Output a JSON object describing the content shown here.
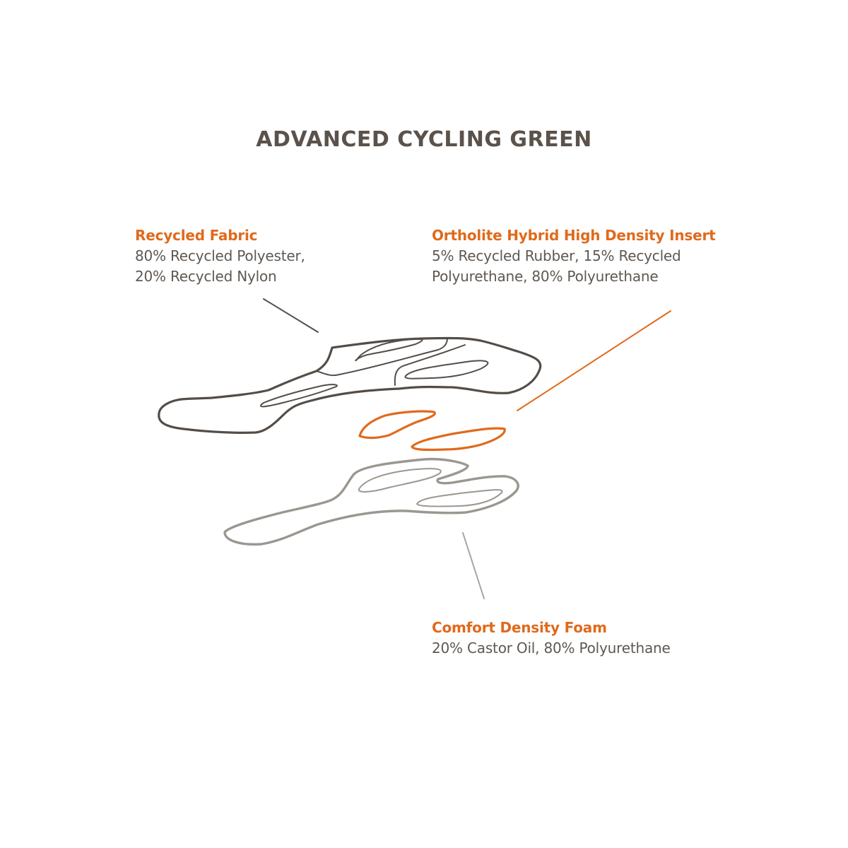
{
  "title": "ADVANCED CYCLING GREEN",
  "colors": {
    "title": "#5a524b",
    "accent": "#e06a1c",
    "body_text": "#5f5852",
    "fabric_layer": "#544d47",
    "insert_layer": "#e06a1c",
    "foam_layer": "#9b9690"
  },
  "callouts": [
    {
      "id": "recycled-fabric",
      "heading": "Recycled Fabric",
      "lines": [
        "80% Recycled Polyester,",
        "20% Recycled Nylon"
      ]
    },
    {
      "id": "ortholite-insert",
      "heading": "Ortholite Hybrid High Density Insert",
      "lines": [
        "5% Recycled Rubber, 15% Recycled",
        "Polyurethane, 80% Polyurethane"
      ]
    },
    {
      "id": "comfort-foam",
      "heading": "Comfort Density Foam",
      "lines": [
        "20% Castor Oil, 80% Polyurethane"
      ]
    }
  ],
  "layers": [
    "Recycled Fabric (top layer outline)",
    "Ortholite insert pads (two orange outlines)",
    "Comfort Density Foam (bottom layer outline)"
  ]
}
